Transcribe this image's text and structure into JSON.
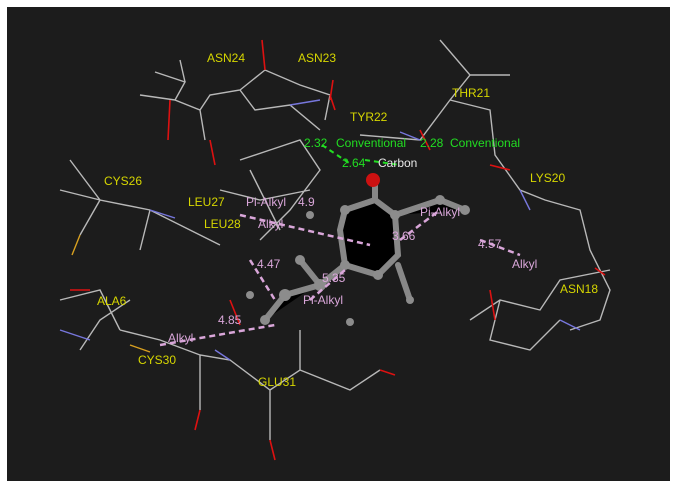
{
  "residues": [
    "ASN24",
    "ASN23",
    "TYR22",
    "THR21",
    "LYS20",
    "CYS26",
    "LEU27",
    "LEU28",
    "ASN18",
    "ALA6",
    "CYS30",
    "GLU31"
  ],
  "interactions": {
    "hbond_distances": [
      "2.32",
      "2.28",
      "2.64"
    ],
    "hbond_labels": [
      "Conventional",
      "Conventional"
    ],
    "carbon_label": "Carbon",
    "hydrophobic_distances": [
      "4.9",
      "3.66",
      "4.57",
      "4.47",
      "5.35",
      "4.85"
    ],
    "hydrophobic_labels": [
      "Pi-Alkyl",
      "Alkyl",
      "Pi-Alkyl",
      "Alkyl",
      "Pi-Alkyl",
      "Alkyl"
    ]
  },
  "colors": {
    "background": "#1c1c1c",
    "residue": "#d6d600",
    "hbond": "#22dd22",
    "hydrophobic": "#d9a6d9"
  }
}
